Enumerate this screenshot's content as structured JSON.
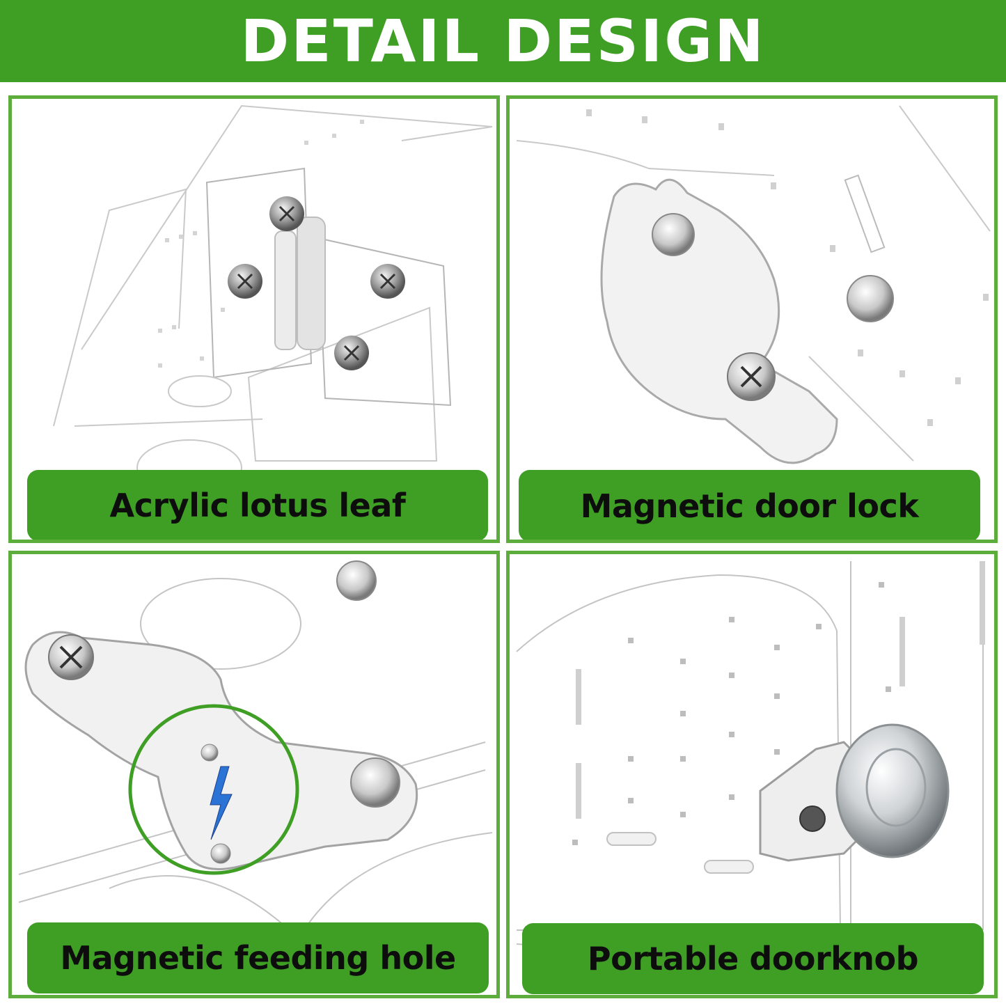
{
  "header": {
    "title": "DETAIL DESIGN"
  },
  "colors": {
    "green": "#3f9f24",
    "border": "#5cad3c",
    "text": "#0d0d0d"
  },
  "panels": [
    {
      "label": "Acrylic lotus leaf",
      "icon": "hinge-icon"
    },
    {
      "label": "Magnetic door lock",
      "icon": "magnet-lock-icon"
    },
    {
      "label": "Magnetic feeding hole",
      "icon": "feeding-hole-icon"
    },
    {
      "label": "Portable doorknob",
      "icon": "doorknob-icon"
    }
  ]
}
